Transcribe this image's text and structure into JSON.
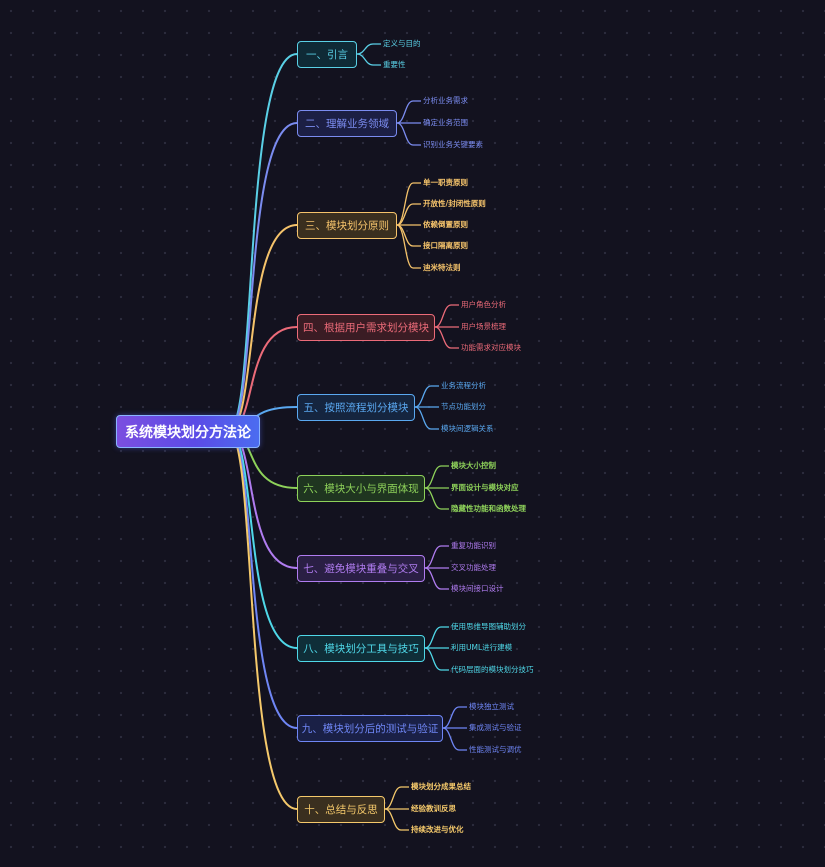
{
  "title": "系统模块划分方法论",
  "branches": [
    {
      "label": "一、引言",
      "color": "#5ad0e6",
      "bg": "#0f2a36",
      "children": [
        "定义与目的",
        "重要性"
      ]
    },
    {
      "label": "二、理解业务领域",
      "color": "#7b8cf0",
      "bg": "#1c1f44",
      "children": [
        "分析业务需求",
        "确定业务范围",
        "识别业务关键要素"
      ]
    },
    {
      "label": "三、模块划分原则",
      "color": "#f5c36b",
      "bg": "#3a2f1f",
      "children": [
        "单一职责原则",
        "开放性/封闭性原则",
        "依赖倒置原则",
        "接口隔离原则",
        "迪米特法则"
      ]
    },
    {
      "label": "四、根据用户需求划分模块",
      "color": "#ec6b79",
      "bg": "#3a1c24",
      "children": [
        "用户角色分析",
        "用户场景梳理",
        "功能需求对应模块"
      ]
    },
    {
      "label": "五、按照流程划分模块",
      "color": "#5aa8f0",
      "bg": "#15253f",
      "children": [
        "业务流程分析",
        "节点功能划分",
        "模块间逻辑关系"
      ]
    },
    {
      "label": "六、模块大小与界面体现",
      "color": "#8ed25a",
      "bg": "#1f3520",
      "children": [
        "模块大小控制",
        "界面设计与模块对应",
        "隐藏性功能和函数处理"
      ]
    },
    {
      "label": "七、避免模块重叠与交叉",
      "color": "#b07cf0",
      "bg": "#2a1f44",
      "children": [
        "重复功能识别",
        "交叉功能处理",
        "模块间接口设计"
      ]
    },
    {
      "label": "八、模块划分工具与技巧",
      "color": "#4fd8e8",
      "bg": "#0f2e38",
      "children": [
        "使用思维导图辅助划分",
        "利用UML进行建模",
        "代码层面的模块划分技巧"
      ]
    },
    {
      "label": "九、模块划分后的测试与验证",
      "color": "#6f86f5",
      "bg": "#1a2046",
      "children": [
        "模块独立测试",
        "集成测试与验证",
        "性能测试与调优"
      ]
    },
    {
      "label": "十、总结与反思",
      "color": "#f5c96b",
      "bg": "#3a2f1f",
      "children": [
        "模块划分成果总结",
        "经验教训反思",
        "持续改进与优化"
      ]
    }
  ]
}
